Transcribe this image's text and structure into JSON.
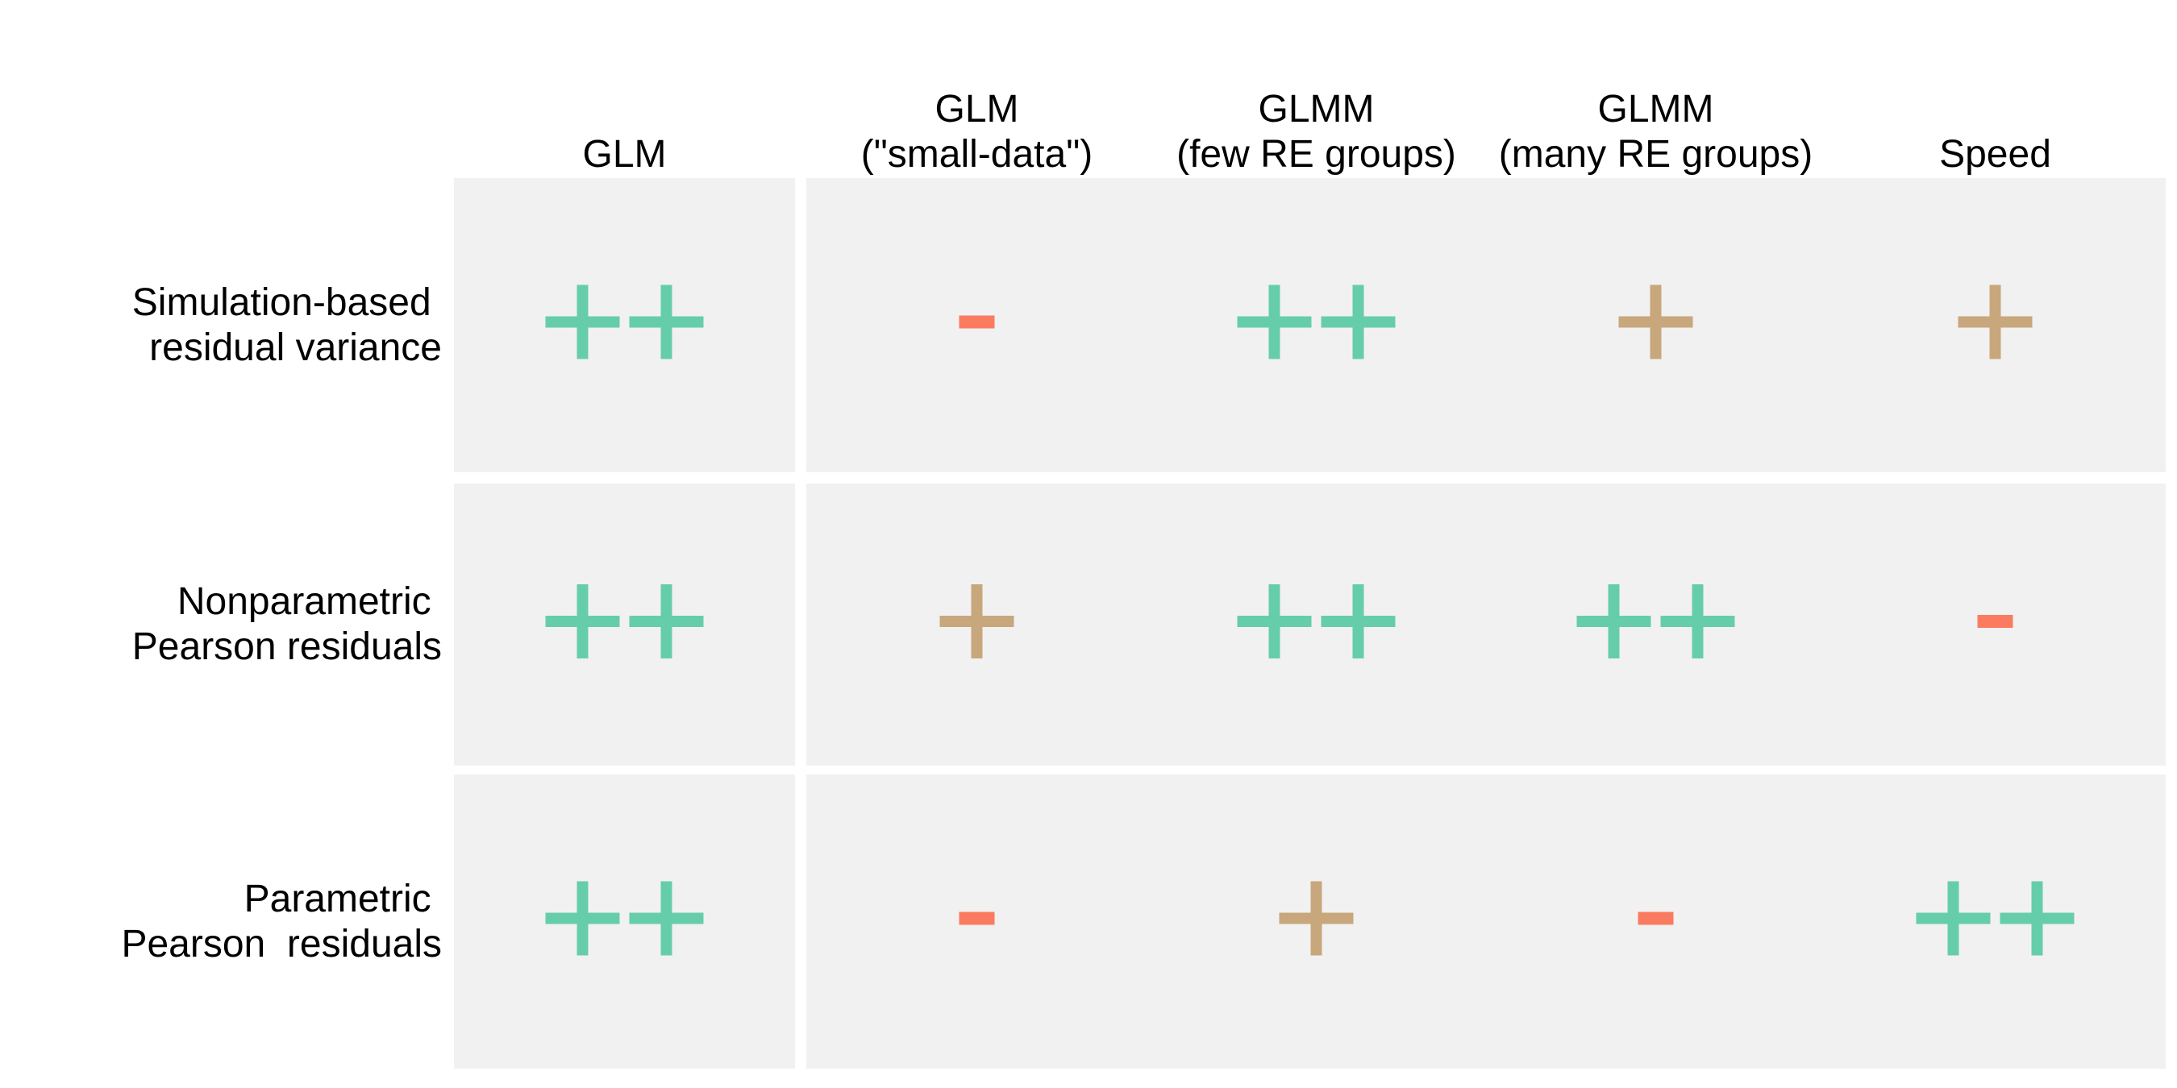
{
  "chart_data": {
    "type": "table",
    "columns": [
      "GLM",
      "GLM\n(\"small-data\")",
      "GLMM\n(few RE groups)",
      "GLMM\n(many RE groups)",
      "Speed"
    ],
    "rows": [
      {
        "label": "Simulation-based \nresidual variance",
        "cells": [
          "++",
          "-",
          "++",
          "+",
          "+"
        ]
      },
      {
        "label": "Nonparametric \nPearson residuals",
        "cells": [
          "++",
          "+",
          "++",
          "++",
          "-"
        ]
      },
      {
        "label": "Parametric \nPearson  residuals",
        "cells": [
          "++",
          "-",
          "+",
          "-",
          "++"
        ]
      }
    ],
    "colors": {
      "++": "#66cdaa",
      "+": "#c8a77c",
      "-": "#fa7b5f",
      "cell_background": "#f1f1f1"
    },
    "grid": false,
    "legend": "none"
  }
}
